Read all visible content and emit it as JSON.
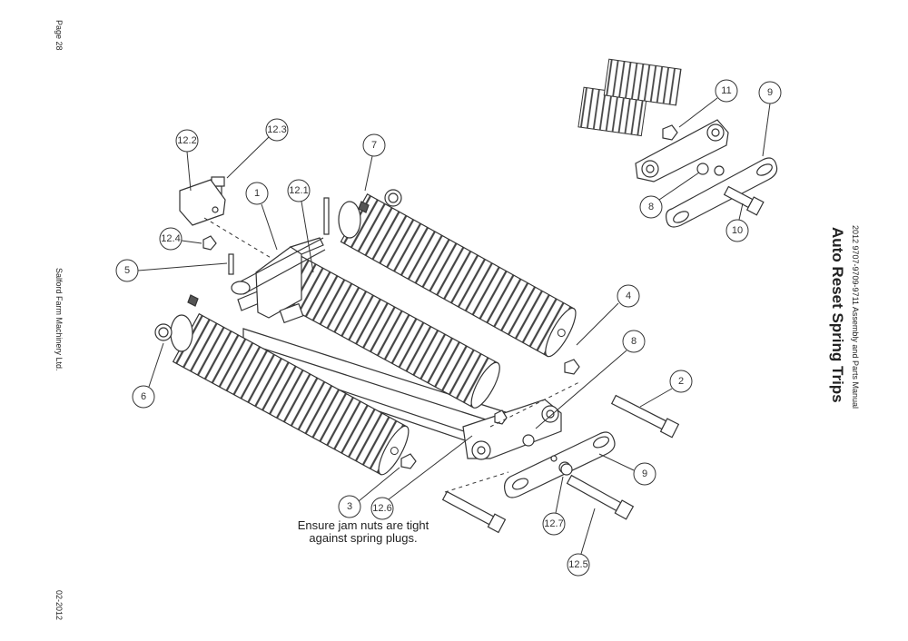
{
  "page": {
    "page_number": "Page 28",
    "company": "Salford Farm Machinery Ltd.",
    "date": "02-2012",
    "manual": "2012 9707-9709-9711 Assembly and Parts Manual",
    "title": "Auto Reset Spring Trips"
  },
  "note": {
    "line1": "Ensure jam nuts are tight",
    "line2": "against spring plugs."
  },
  "callouts": {
    "c1": "1",
    "c2": "2",
    "c3": "3",
    "c4": "4",
    "c5": "5",
    "c6": "6",
    "c7": "7",
    "c8": "8",
    "c9": "9",
    "c8b": "8",
    "c9b": "9",
    "c10": "10",
    "c11": "11",
    "c12_1": "12.1",
    "c12_2": "12.2",
    "c12_3": "12.3",
    "c12_4": "12.4",
    "c12_5": "12.5",
    "c12_6": "12.6",
    "c12_7": "12.7"
  }
}
